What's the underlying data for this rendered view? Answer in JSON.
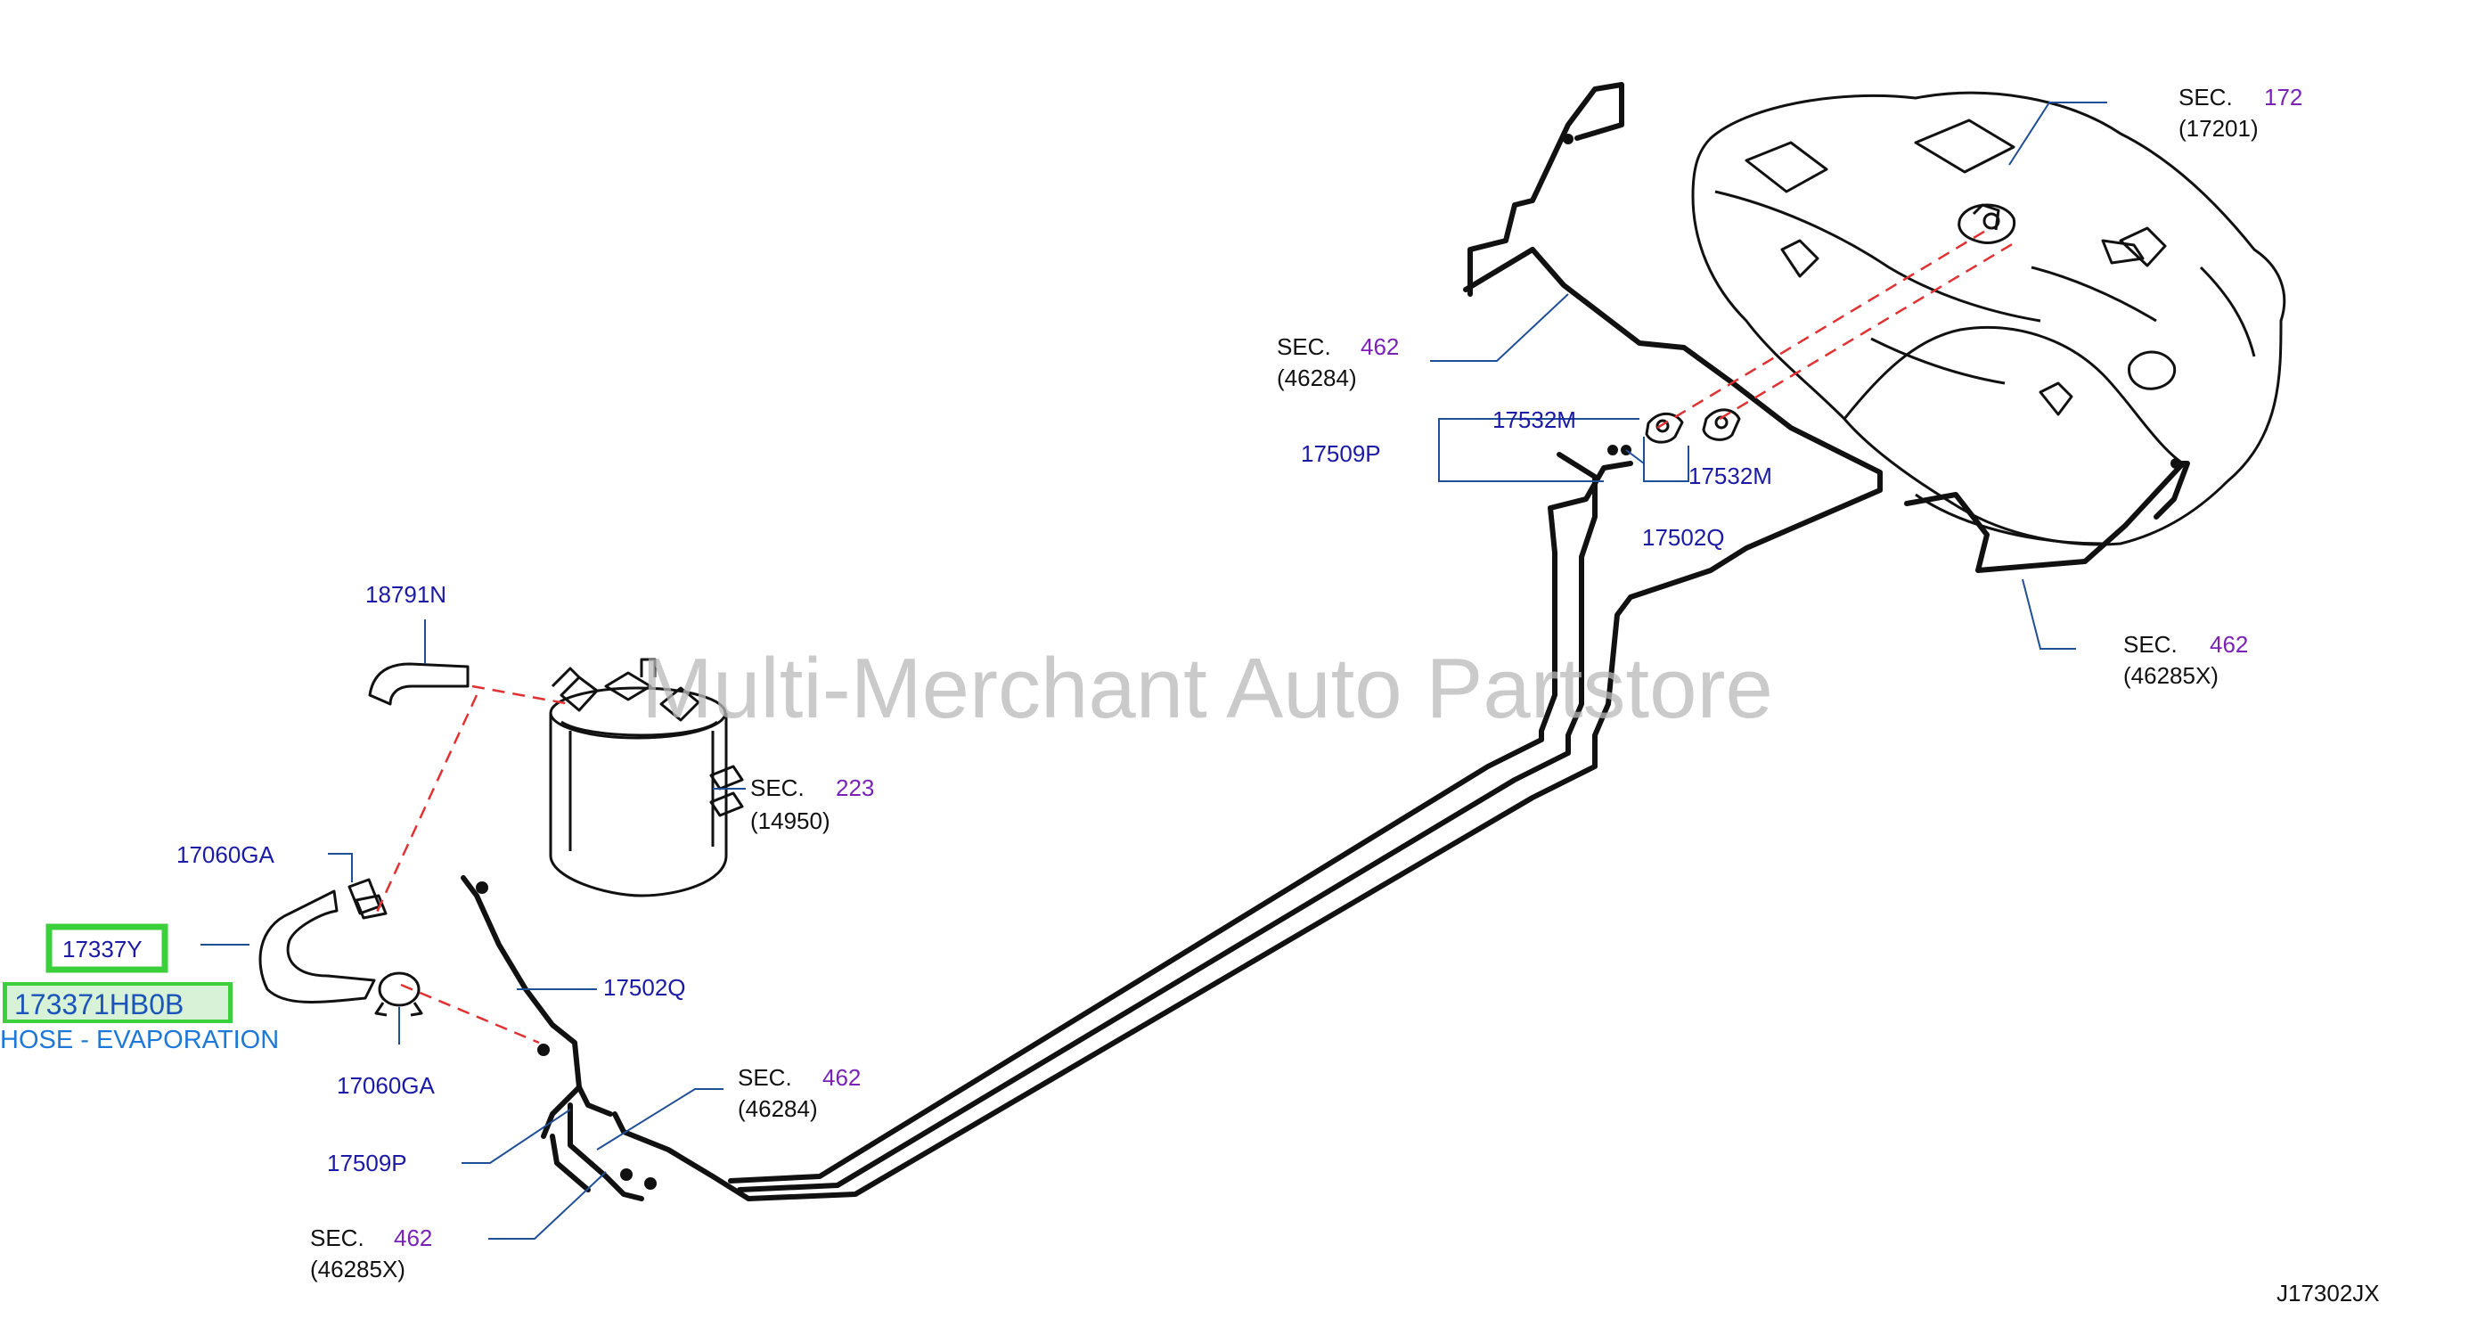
{
  "watermark": "Multi-Merchant Auto Partstore",
  "diagram_code": "J17302JX",
  "highlight": {
    "ref": "17337Y",
    "part_number": "173371HB0B",
    "description": "HOSE - EVAPORATION"
  },
  "callouts": {
    "sec_prefix": "SEC.",
    "sec172": "172",
    "p17201": "(17201)",
    "sec462_a": "462",
    "p46284_a": "(46284)",
    "p17532M_a": "17532M",
    "p17509P_a": "17509P",
    "p17532M_b": "17532M",
    "p17502Q_a": "17502Q",
    "sec462_b": "462",
    "p46285X_a": "(46285X)",
    "p18791N": "18791N",
    "sec223": "223",
    "p14950": "(14950)",
    "p17060GA_a": "17060GA",
    "p17060GA_b": "17060GA",
    "p17502Q_b": "17502Q",
    "sec462_c": "462",
    "p46284_b": "(46284)",
    "p17509P_b": "17509P",
    "sec462_d": "462",
    "p46285X_b": "(46285X)"
  },
  "colors": {
    "part_label": "#1a1aa6",
    "section_number": "#7a22b8",
    "leader": "#1f4f96",
    "highlight_border": "#3ccf3c",
    "dashed_line": "#e03232"
  }
}
